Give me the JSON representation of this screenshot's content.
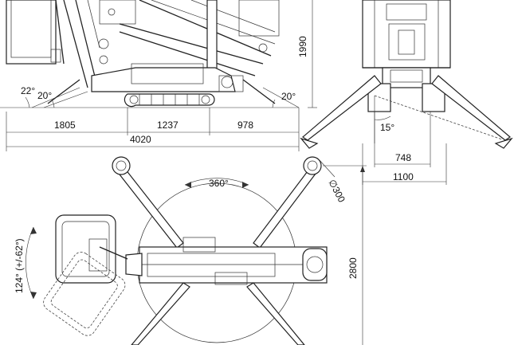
{
  "side_view": {
    "angle_left_outer": "22°",
    "angle_left_inner": "20°",
    "angle_right": "20°",
    "height": "1990",
    "dims": [
      "1805",
      "1237",
      "978"
    ],
    "overall_length": "4020"
  },
  "front_view": {
    "angle": "15°",
    "track_width": "748",
    "overall_width": "1100"
  },
  "top_view": {
    "rotation": "360°",
    "pad_diameter": "∅300",
    "outrigger_span": "2800",
    "basket_rotation": "124° (+/-62°)"
  }
}
